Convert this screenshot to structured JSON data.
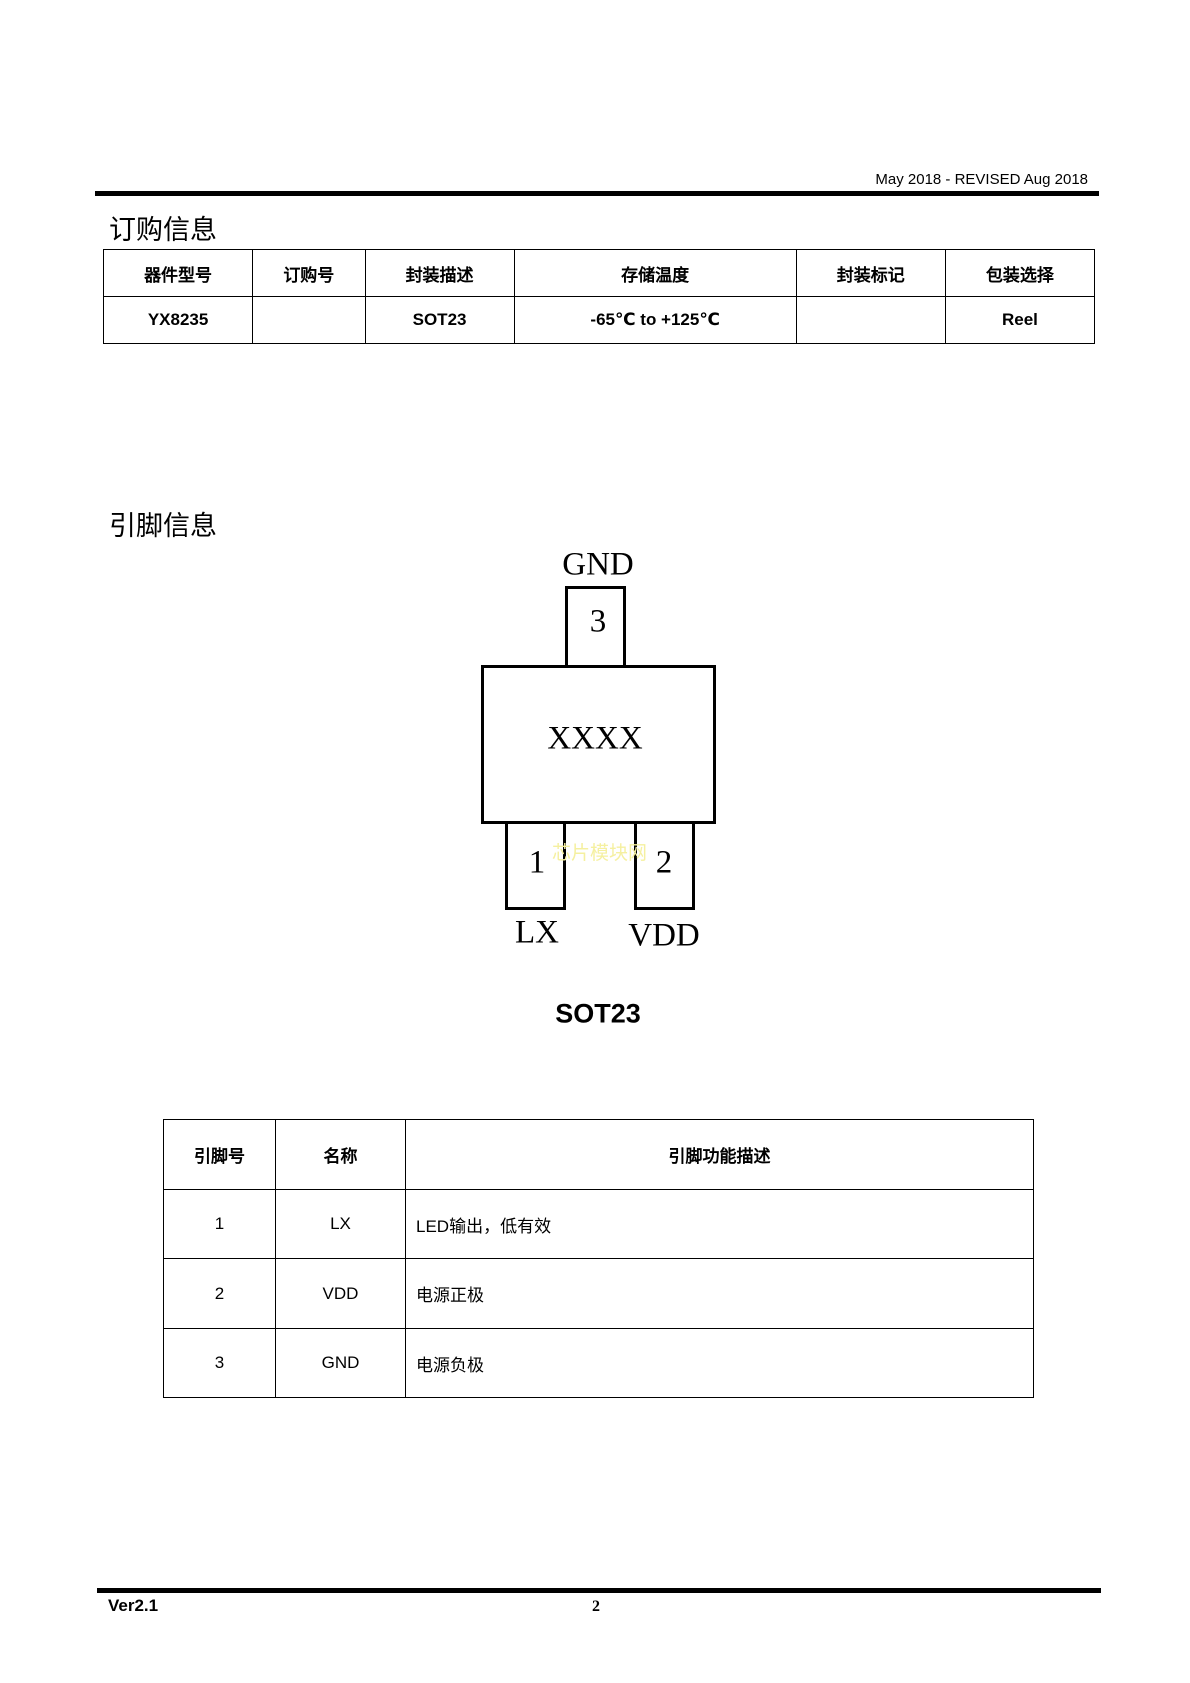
{
  "header": {
    "date": "May  2018  -  REVISED  Aug  2018"
  },
  "ordering": {
    "title": "订购信息",
    "headers": [
      "器件型号",
      "订购号",
      "封装描述",
      "存储温度",
      "封装标记",
      "包装选择"
    ],
    "row": [
      "YX8235",
      "",
      "SOT23",
      "-65℃ to +125℃",
      "",
      "Reel"
    ]
  },
  "pins": {
    "title": "引脚信息",
    "diagram": {
      "marking": "XXXX",
      "pin3_num": "3",
      "pin3_name": "GND",
      "pin1_num": "1",
      "pin1_name": "LX",
      "pin2_num": "2",
      "pin2_name": "VDD",
      "package": "SOT23",
      "watermark": "芯片模块网"
    },
    "headers": [
      "引脚号",
      "名称",
      "引脚功能描述"
    ],
    "rows": [
      [
        "1",
        "LX",
        "LED输出，低有效"
      ],
      [
        "2",
        "VDD",
        "电源正极"
      ],
      [
        "3",
        "GND",
        "电源负极"
      ]
    ]
  },
  "footer": {
    "version": "Ver2.1",
    "page": "2"
  }
}
